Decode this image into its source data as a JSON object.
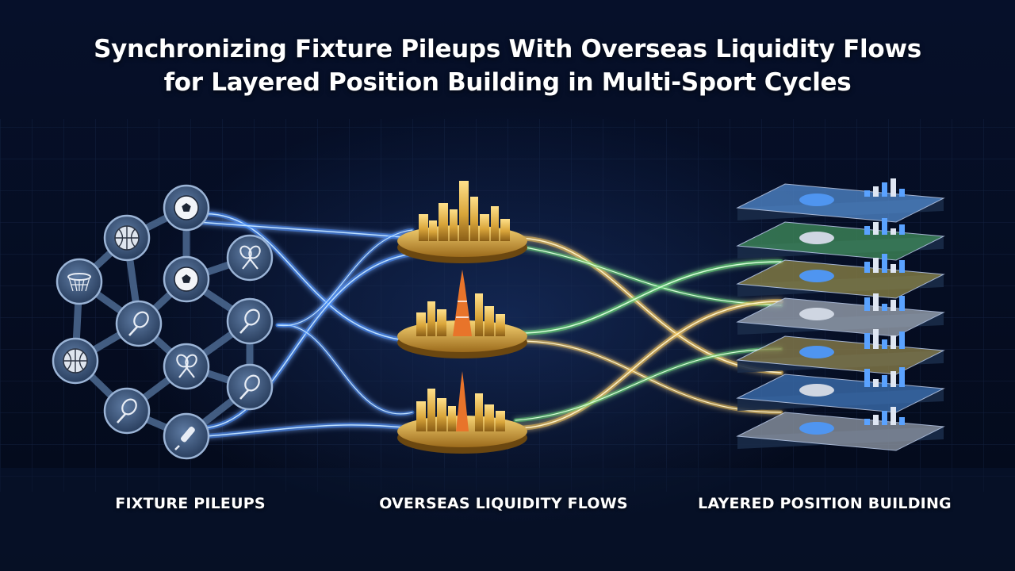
{
  "title": {
    "line1": "Synchronizing Fixture Pileups With Overseas Liquidity Flows",
    "line2": "for Layered Position Building in Multi-Sport Cycles"
  },
  "sections": {
    "fixture": {
      "label": "FIXTURE PILEUPS",
      "nodes": [
        {
          "id": "n-soccer-top",
          "icon": "soccer-ball-icon"
        },
        {
          "id": "n-basketball-top",
          "icon": "basketball-icon"
        },
        {
          "id": "n-hoop",
          "icon": "basketball-hoop-icon"
        },
        {
          "id": "n-soccer-mid",
          "icon": "soccer-ball-icon"
        },
        {
          "id": "n-racket-pair-top",
          "icon": "crossed-rackets-icon"
        },
        {
          "id": "n-racket-mid-left",
          "icon": "tennis-racket-icon"
        },
        {
          "id": "n-racket-mid-right",
          "icon": "tennis-racket-icon"
        },
        {
          "id": "n-basketball-low",
          "icon": "basketball-icon"
        },
        {
          "id": "n-racket-pair-low",
          "icon": "crossed-rackets-icon"
        },
        {
          "id": "n-racket-low-right",
          "icon": "tennis-racket-icon"
        },
        {
          "id": "n-racket-bottom-left",
          "icon": "tennis-racket-icon"
        },
        {
          "id": "n-cricket",
          "icon": "cricket-bat-icon"
        }
      ]
    },
    "liquidity": {
      "label": "OVERSEAS LIQUIDITY FLOWS",
      "hubs": [
        {
          "id": "hub-top",
          "icon": "city-skyline-icon"
        },
        {
          "id": "hub-mid",
          "icon": "city-skyline-tower-icon"
        },
        {
          "id": "hub-bottom",
          "icon": "city-skyline-tower-icon"
        }
      ]
    },
    "layered": {
      "label": "LAYERED POSITION BUILDING",
      "layer_count": 7
    }
  },
  "colors": {
    "background": "#050b1a",
    "flow_blue": "#3d8bff",
    "flow_gold": "#f2c14e",
    "flow_green": "#56d06a",
    "node_fill": "#3b5578",
    "hub_gold": "#c9962e"
  }
}
